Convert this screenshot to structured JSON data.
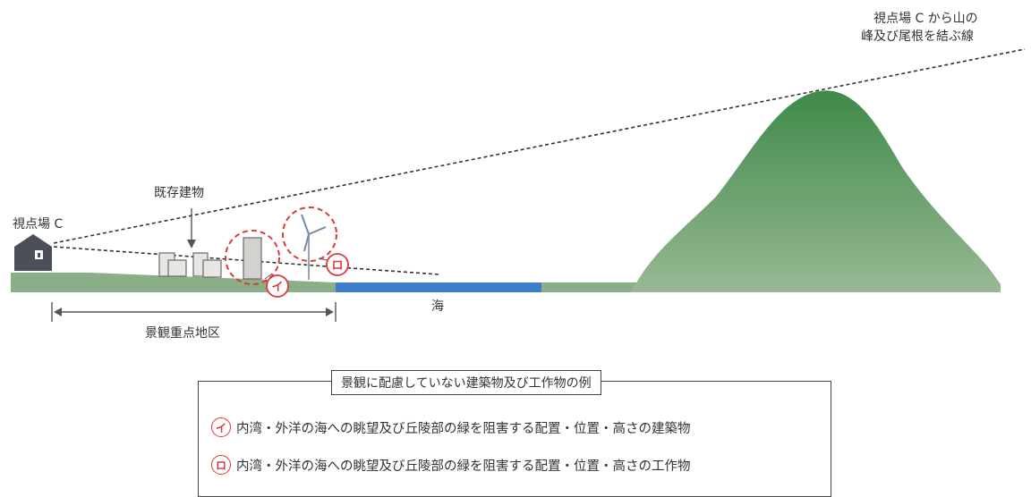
{
  "labels": {
    "viewpoint": "視点場 C",
    "sightline_line1": "視点場 C から山の",
    "sightline_line2": "峰及び尾根を結ぶ線",
    "existing_buildings": "既存建物",
    "sea": "海",
    "landscape_district": "景観重点地区"
  },
  "markers": {
    "i": "イ",
    "ro": "ロ"
  },
  "legend": {
    "title": "景観に配慮していない建築物及び工作物の例",
    "items": [
      {
        "mark": "イ",
        "text": "内湾・外洋の海への眺望及び丘陵部の緑を阻害する配置・位置・高さの建築物"
      },
      {
        "mark": "ロ",
        "text": "内湾・外洋の海への眺望及び丘陵部の緑を阻害する配置・位置・高さの工作物"
      }
    ]
  },
  "colors": {
    "ground": "#8aae86",
    "sea": "#3d7dc9",
    "mountain_top": "#3e8a48",
    "mountain_base": "#93b58f",
    "marker": "#d93a3a",
    "house": "#4a4f58"
  }
}
